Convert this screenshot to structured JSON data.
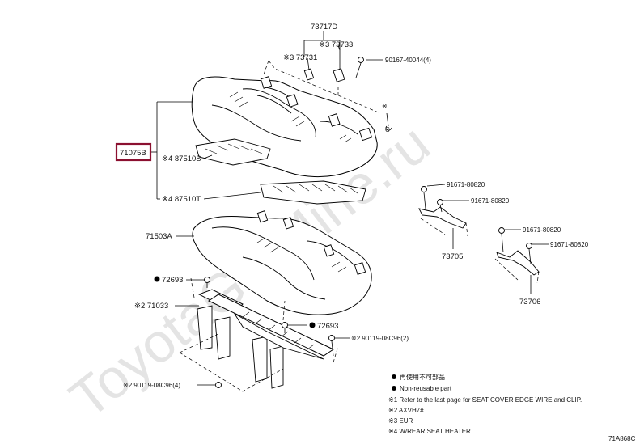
{
  "watermark": "ToyotaGarMine.ru",
  "labels": {
    "p73717D": "73717D",
    "p73733": "※3 73733",
    "p73731": "※3 73731",
    "p90167": "90167-40044(4)",
    "pC": "C",
    "p71075B": "71075B",
    "p87510S": "※4 87510S",
    "p87510T": "※4 87510T",
    "p91671a": "91671-80820",
    "p91671b": "91671-80820",
    "p91671c": "91671-80820",
    "p91671d": "91671-80820",
    "p73705": "73705",
    "p73706": "73706",
    "p71503A": "71503A",
    "p72693a": "72693",
    "p71033": "※2 71033",
    "p72693b": "72693",
    "p90119a": "※2 90119-08C96(2)",
    "p90119b": "※2 90119-08C96(4)"
  },
  "legend": {
    "line1": "再使用不可部品",
    "line2": "Non-reusable part",
    "line3": "※1 Refer to the last page for SEAT COVER EDGE WIRE and CLIP.",
    "line4": "※2 AXVH7#",
    "line5": "※3 EUR",
    "line6": "※4 W/REAR SEAT HEATER"
  },
  "figure_id": "71A868C"
}
